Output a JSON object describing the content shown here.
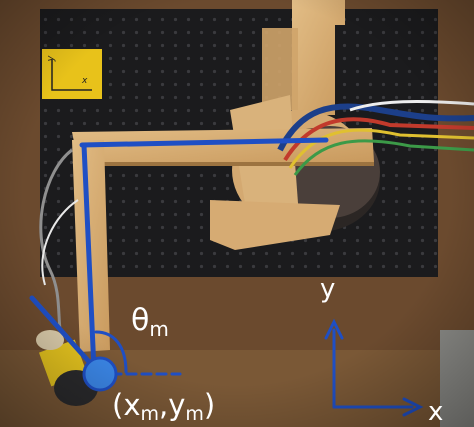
{
  "colors": {
    "annotation_blue": "#1f4fc4",
    "joint_fill": "#3b86e6",
    "label_text": "#ffffff",
    "pegboard": "#1b1b1d",
    "wood": "#d8b27c",
    "background_wood": "#6b4a2e"
  },
  "labels": {
    "theta_symbol": "θ",
    "theta_subscript": "m",
    "pos_open": "(x",
    "pos_x_sub": "m",
    "pos_comma": ",y",
    "pos_y_sub": "m",
    "pos_close": ")",
    "axis_y": "y",
    "axis_x": "x"
  },
  "sticker": {
    "y_letter": "y",
    "x_letter": "x",
    "color": "#e8c21a"
  }
}
